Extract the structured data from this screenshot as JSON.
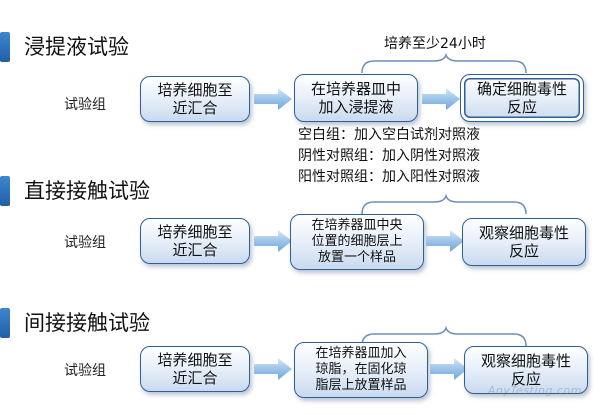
{
  "sections": [
    {
      "title": "浸提液试验",
      "group": "试验组",
      "boxes": [
        "培养细胞至\n近汇合",
        "在培养器皿中\n加入浸提液",
        "确定细胞毒性\n反应"
      ],
      "brace_label": "培养至少24小时",
      "controls": [
        "空白组：加入空白试剂对照液",
        "阴性对照组：加入阴性对照液",
        "阳性对照组：加入阳性对照液"
      ]
    },
    {
      "title": "直接接触试验",
      "group": "试验组",
      "boxes": [
        "培养细胞至\n近汇合",
        "在培养器皿中央\n位置的细胞层上\n放置一个样品",
        "观察细胞毒性\n反应"
      ]
    },
    {
      "title": "间接接触试验",
      "group": "试验组",
      "boxes": [
        "培养细胞至\n近汇合",
        "在培养器皿加入\n琼脂，在固化琼\n脂层上放置样品",
        "观察细胞毒性\n反应"
      ]
    }
  ],
  "watermark": "AnyTesting.com",
  "colors": {
    "accent": "#2a6db8",
    "box_border": "#2e5f98",
    "box_fill": "#dbe7f5",
    "arrow": "#8fbbe6"
  }
}
